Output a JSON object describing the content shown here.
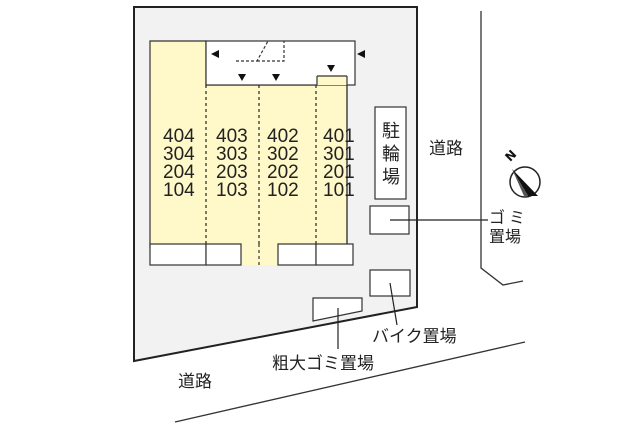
{
  "title": "Site layout plan",
  "colors": {
    "site_fill": "#f2f2f2",
    "building_fill": "#fff8c8",
    "line": "#222222",
    "background": "#ffffff"
  },
  "units": {
    "column_1": [
      "404",
      "304",
      "204",
      "104"
    ],
    "column_2": [
      "403",
      "303",
      "203",
      "103"
    ],
    "column_3": [
      "402",
      "302",
      "202",
      "102"
    ],
    "column_4": [
      "401",
      "301",
      "201",
      "101"
    ]
  },
  "labels": {
    "bicycle_parking": [
      "駐",
      "輪",
      "場"
    ],
    "road_right": "道路",
    "road_bottom": "道路",
    "garbage_area_line1": "ゴミ",
    "garbage_area_line2": "置場",
    "motorbike_parking": "バイク置場",
    "bulky_garbage_area": "粗大ゴミ置場",
    "compass_north": "N"
  },
  "icons": {
    "compass": "north-arrow-compass",
    "entrance_markers": "triangle-arrow"
  }
}
